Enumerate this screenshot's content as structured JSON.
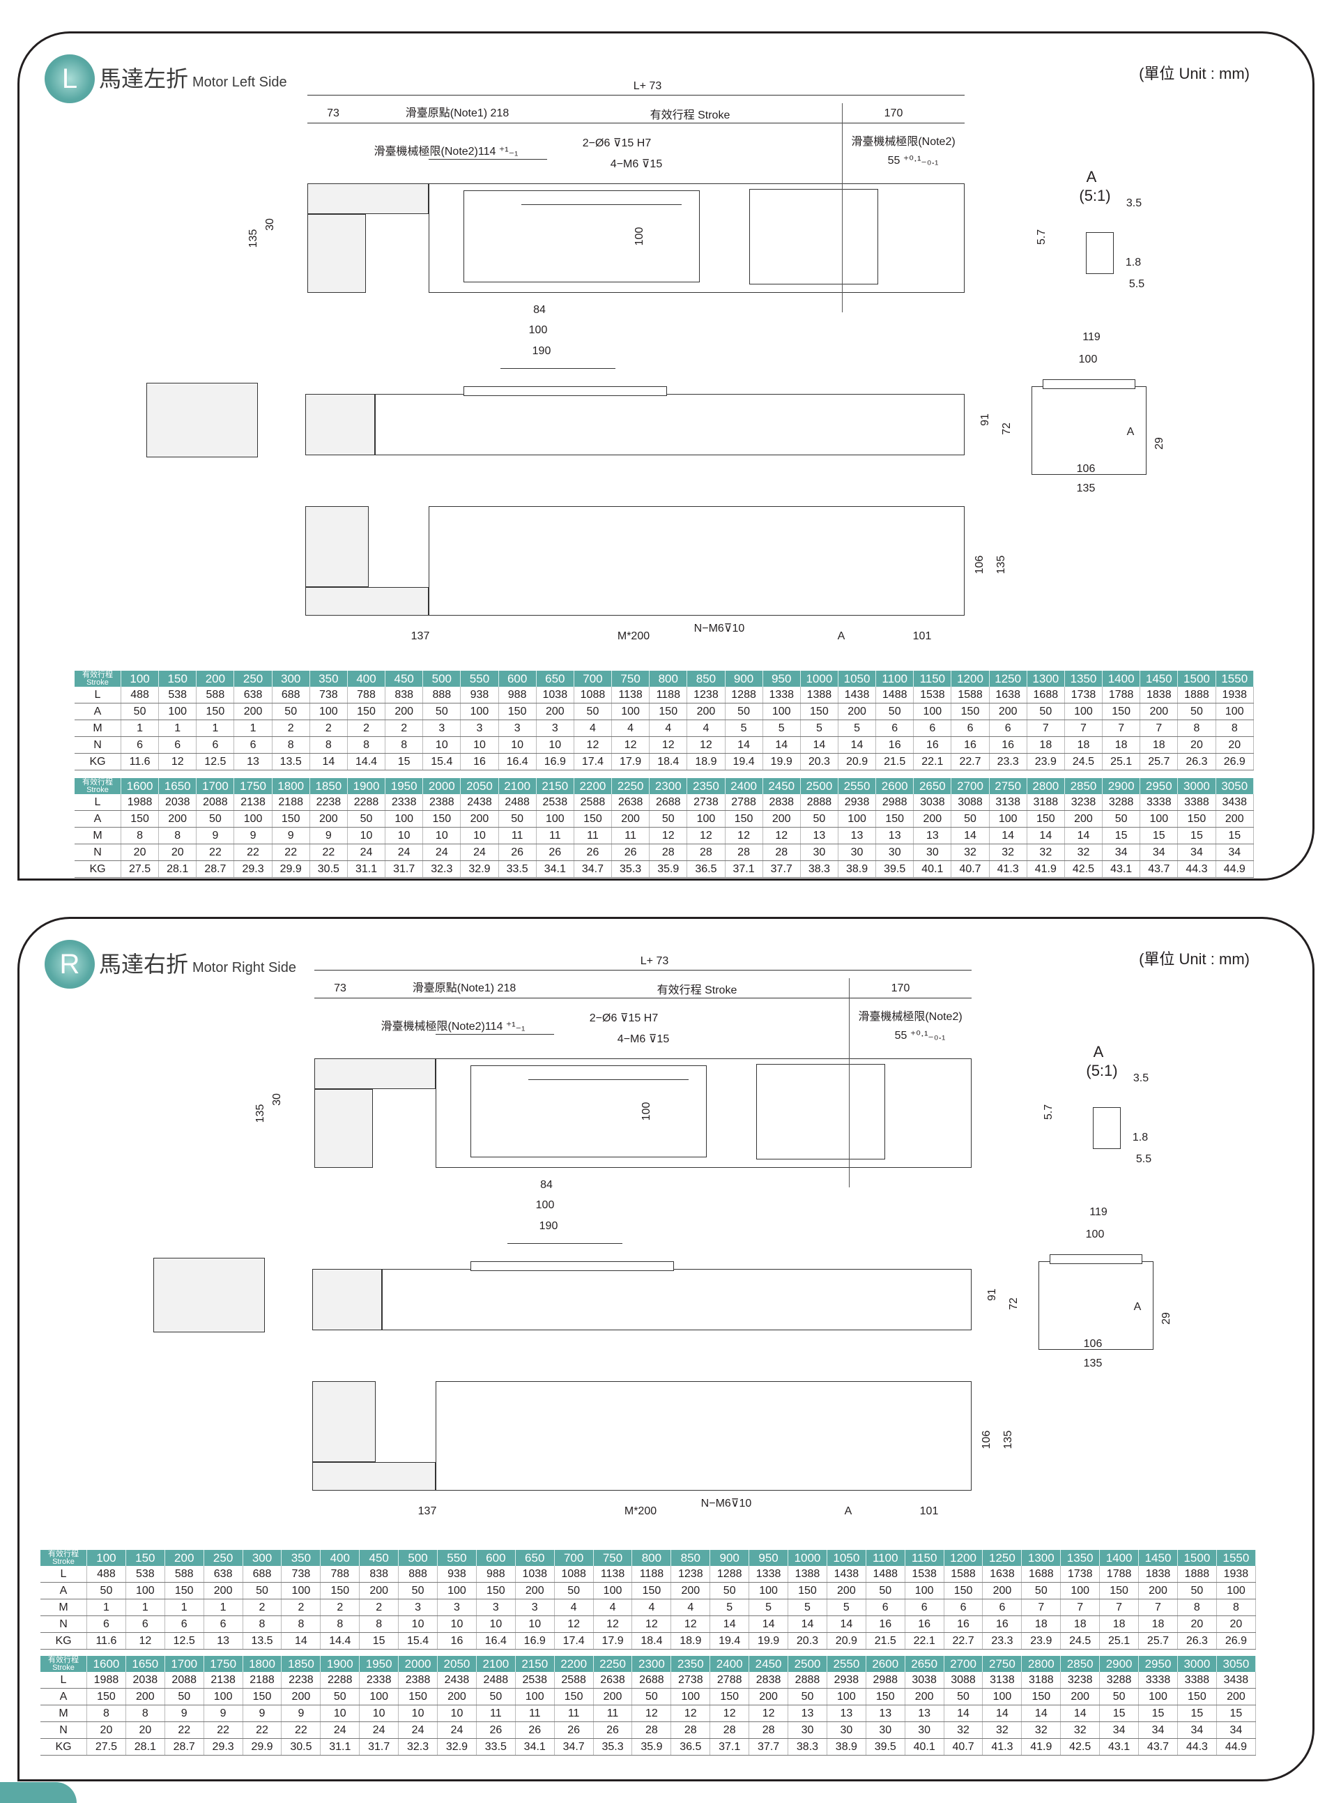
{
  "sections": [
    {
      "badge": "L",
      "title_zh": "馬達左折",
      "title_en": "Motor Left Side",
      "unit": "(單位 Unit : mm)"
    },
    {
      "badge": "R",
      "title_zh": "馬達右折",
      "title_en": "Motor Right Side",
      "unit": "(單位 Unit : mm)"
    }
  ],
  "drawing_labels": {
    "overall": "L+ 73",
    "motor_offset": "73",
    "origin": "滑臺原點(Note1) 218",
    "stroke": "有效行程 Stroke",
    "end_170": "170",
    "mech_limit_left": "滑臺機械極限(Note2)114 ⁺¹₋₁",
    "pin_holes": "2−Ø6 ⊽15  H7",
    "tap_holes": "4−M6 ⊽15",
    "mech_limit_right": "滑臺機械極限(Note2)",
    "tol_55": "55 ⁺⁰·¹₋₀.₁",
    "height_135": "135",
    "height_30": "30",
    "carriage_100": "100",
    "w84": "84",
    "w100": "100",
    "w190": "190",
    "detail_a": "A",
    "detail_scale": "(5:1)",
    "d35": "3.5",
    "d57": "5.7",
    "d18": "1.8",
    "d55": "5.5",
    "end_119": "119",
    "end_100": "100",
    "end_91": "91",
    "end_72": "72",
    "end_a": "A",
    "end_29": "29",
    "end_106": "106",
    "end_135": "135",
    "bot_106": "106",
    "bot_135": "135",
    "bot_137": "137",
    "bot_m200": "M*200",
    "bot_nm6": "N−M6⊽10",
    "bot_a": "A",
    "bot_101": "101"
  },
  "tables": [
    {
      "header_zh": "有效行程",
      "header_en": "Stroke",
      "stroke": [
        "100",
        "150",
        "200",
        "250",
        "300",
        "350",
        "400",
        "450",
        "500",
        "550",
        "600",
        "650",
        "700",
        "750",
        "800",
        "850",
        "900",
        "950",
        "1000",
        "1050",
        "1100",
        "1150",
        "1200",
        "1250",
        "1300",
        "1350",
        "1400",
        "1450",
        "1500",
        "1550"
      ],
      "rows": [
        {
          "label": "L",
          "values": [
            "488",
            "538",
            "588",
            "638",
            "688",
            "738",
            "788",
            "838",
            "888",
            "938",
            "988",
            "1038",
            "1088",
            "1138",
            "1188",
            "1238",
            "1288",
            "1338",
            "1388",
            "1438",
            "1488",
            "1538",
            "1588",
            "1638",
            "1688",
            "1738",
            "1788",
            "1838",
            "1888",
            "1938"
          ]
        },
        {
          "label": "A",
          "values": [
            "50",
            "100",
            "150",
            "200",
            "50",
            "100",
            "150",
            "200",
            "50",
            "100",
            "150",
            "200",
            "50",
            "100",
            "150",
            "200",
            "50",
            "100",
            "150",
            "200",
            "50",
            "100",
            "150",
            "200",
            "50",
            "100",
            "150",
            "200",
            "50",
            "100"
          ]
        },
        {
          "label": "M",
          "values": [
            "1",
            "1",
            "1",
            "1",
            "2",
            "2",
            "2",
            "2",
            "3",
            "3",
            "3",
            "3",
            "4",
            "4",
            "4",
            "4",
            "5",
            "5",
            "5",
            "5",
            "6",
            "6",
            "6",
            "6",
            "7",
            "7",
            "7",
            "7",
            "8",
            "8"
          ]
        },
        {
          "label": "N",
          "values": [
            "6",
            "6",
            "6",
            "6",
            "8",
            "8",
            "8",
            "8",
            "10",
            "10",
            "10",
            "10",
            "12",
            "12",
            "12",
            "12",
            "14",
            "14",
            "14",
            "14",
            "16",
            "16",
            "16",
            "16",
            "18",
            "18",
            "18",
            "18",
            "20",
            "20"
          ]
        },
        {
          "label": "KG",
          "values": [
            "11.6",
            "12",
            "12.5",
            "13",
            "13.5",
            "14",
            "14.4",
            "15",
            "15.4",
            "16",
            "16.4",
            "16.9",
            "17.4",
            "17.9",
            "18.4",
            "18.9",
            "19.4",
            "19.9",
            "20.3",
            "20.9",
            "21.5",
            "22.1",
            "22.7",
            "23.3",
            "23.9",
            "24.5",
            "25.1",
            "25.7",
            "26.3",
            "26.9"
          ]
        }
      ]
    },
    {
      "header_zh": "有效行程",
      "header_en": "Stroke",
      "stroke": [
        "1600",
        "1650",
        "1700",
        "1750",
        "1800",
        "1850",
        "1900",
        "1950",
        "2000",
        "2050",
        "2100",
        "2150",
        "2200",
        "2250",
        "2300",
        "2350",
        "2400",
        "2450",
        "2500",
        "2550",
        "2600",
        "2650",
        "2700",
        "2750",
        "2800",
        "2850",
        "2900",
        "2950",
        "3000",
        "3050"
      ],
      "rows": [
        {
          "label": "L",
          "values": [
            "1988",
            "2038",
            "2088",
            "2138",
            "2188",
            "2238",
            "2288",
            "2338",
            "2388",
            "2438",
            "2488",
            "2538",
            "2588",
            "2638",
            "2688",
            "2738",
            "2788",
            "2838",
            "2888",
            "2938",
            "2988",
            "3038",
            "3088",
            "3138",
            "3188",
            "3238",
            "3288",
            "3338",
            "3388",
            "3438"
          ]
        },
        {
          "label": "A",
          "values": [
            "150",
            "200",
            "50",
            "100",
            "150",
            "200",
            "50",
            "100",
            "150",
            "200",
            "50",
            "100",
            "150",
            "200",
            "50",
            "100",
            "150",
            "200",
            "50",
            "100",
            "150",
            "200",
            "50",
            "100",
            "150",
            "200",
            "50",
            "100",
            "150",
            "200"
          ]
        },
        {
          "label": "M",
          "values": [
            "8",
            "8",
            "9",
            "9",
            "9",
            "9",
            "10",
            "10",
            "10",
            "10",
            "11",
            "11",
            "11",
            "11",
            "12",
            "12",
            "12",
            "12",
            "13",
            "13",
            "13",
            "13",
            "14",
            "14",
            "14",
            "14",
            "15",
            "15",
            "15",
            "15"
          ]
        },
        {
          "label": "N",
          "values": [
            "20",
            "20",
            "22",
            "22",
            "22",
            "22",
            "24",
            "24",
            "24",
            "24",
            "26",
            "26",
            "26",
            "26",
            "28",
            "28",
            "28",
            "28",
            "30",
            "30",
            "30",
            "30",
            "32",
            "32",
            "32",
            "32",
            "34",
            "34",
            "34",
            "34"
          ]
        },
        {
          "label": "KG",
          "values": [
            "27.5",
            "28.1",
            "28.7",
            "29.3",
            "29.9",
            "30.5",
            "31.1",
            "31.7",
            "32.3",
            "32.9",
            "33.5",
            "34.1",
            "34.7",
            "35.3",
            "35.9",
            "36.5",
            "37.1",
            "37.7",
            "38.3",
            "38.9",
            "39.5",
            "40.1",
            "40.7",
            "41.3",
            "41.9",
            "42.5",
            "43.1",
            "43.7",
            "44.3",
            "44.9"
          ]
        }
      ]
    }
  ],
  "colors": {
    "accent": "#5aa9a4",
    "border": "#231f20"
  }
}
